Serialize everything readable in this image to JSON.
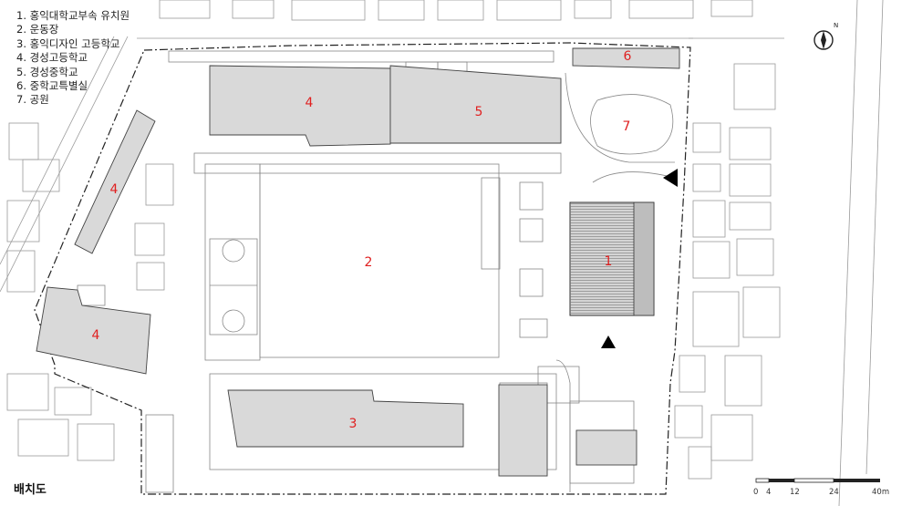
{
  "legend": [
    "1. 홍익대학교부속 유치원",
    "2. 운동장",
    "3. 홍익디자인 고등학교",
    "4. 경성고등학교",
    "5. 경성중학교",
    "6. 중학교특별실",
    "7. 공원"
  ],
  "title": "배치도",
  "labels": {
    "b1": "1",
    "b2": "2",
    "b3": "3",
    "b4a": "4",
    "b4b": "4",
    "b4c": "4",
    "b5": "5",
    "b6": "6",
    "b7": "7"
  },
  "scale": {
    "t0": "0",
    "t1": "4",
    "t2": "12",
    "t3": "24",
    "t4": "40m"
  },
  "north": "N",
  "colors": {
    "label": "#e02020",
    "building": "#d9d9d9",
    "line": "#444444"
  }
}
